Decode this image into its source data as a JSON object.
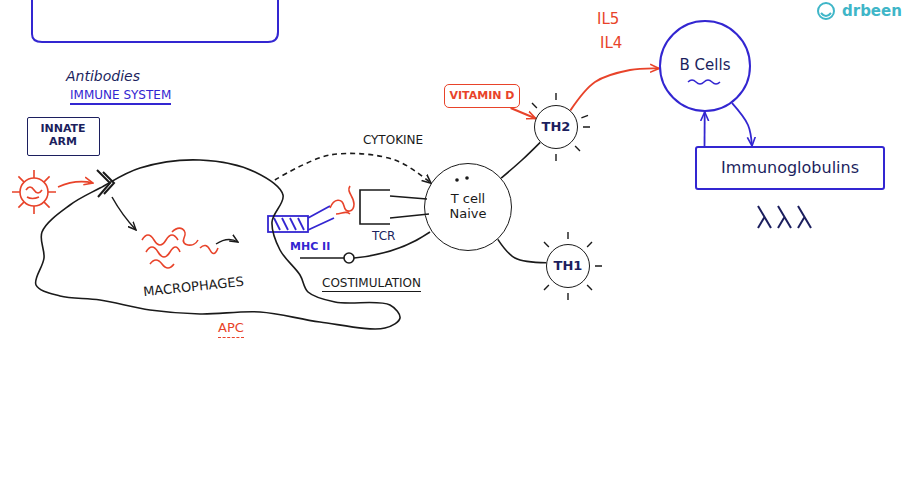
{
  "diagram": {
    "nodes": [
      {
        "text": [
          "INNATE ARM"
        ]
      },
      {
        "text": [
          "MACROPHAGES"
        ]
      },
      {
        "text": [
          "VITAMIN D"
        ]
      },
      {
        "text": [
          "TH2"
        ]
      },
      {
        "text": [
          "T cell Naive"
        ]
      },
      {
        "text": [
          "TH1"
        ]
      },
      {
        "text": [
          "B Cells"
        ]
      },
      {
        "text": [
          "Immunoglobulins"
        ]
      }
    ],
    "edges": [
      {
        "from": 1,
        "to": 4,
        "label": "CYTOKINE",
        "arrow": "to"
      },
      {
        "from": 2,
        "to": 3,
        "arrow": "to"
      },
      {
        "from": 4,
        "to": 3,
        "arrow": "none"
      },
      {
        "from": 4,
        "to": 5,
        "arrow": "none"
      },
      {
        "from": 3,
        "to": 6,
        "arrow": "to"
      },
      {
        "from": 7,
        "to": 6,
        "arrow": "to"
      },
      {
        "from": 6,
        "to": 7,
        "arrow": "to"
      }
    ],
    "labels": [
      "Antibodies",
      "IMMUNE SYSTEM",
      "MHC II",
      "TCR",
      "COSTIMULATION",
      "APC",
      "IL5",
      "IL4",
      "drbeen"
    ]
  }
}
